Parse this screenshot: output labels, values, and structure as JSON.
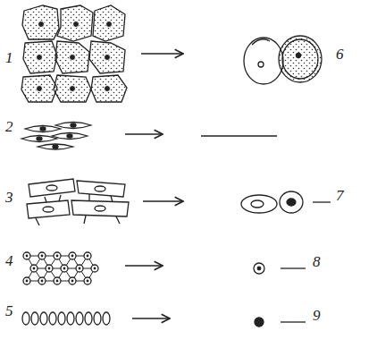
{
  "diagram": {
    "labels": [
      "1",
      "6",
      "2",
      "3",
      "7",
      "4",
      "8",
      "5",
      "9"
    ]
  }
}
